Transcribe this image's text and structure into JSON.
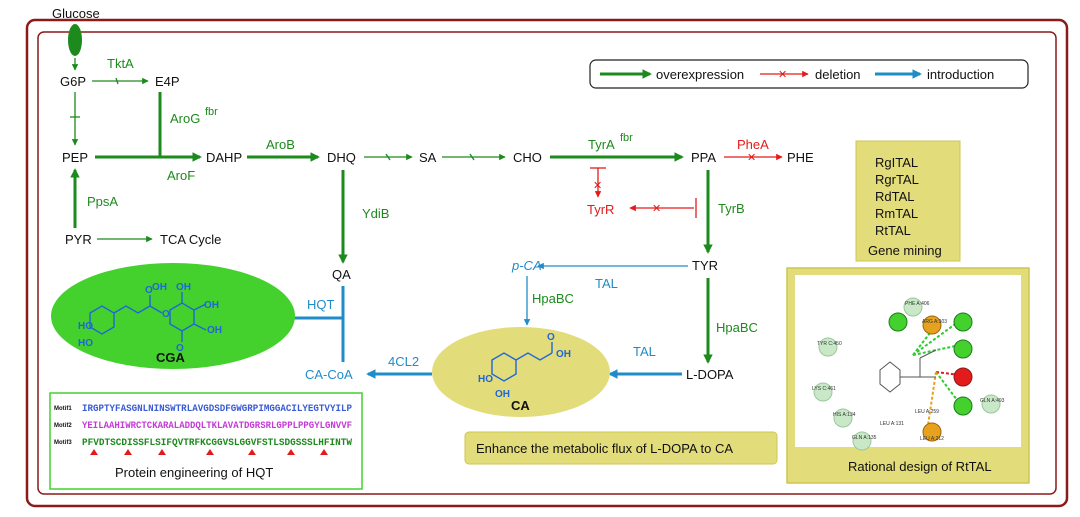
{
  "nodes": {
    "glucose": "Glucose",
    "g6p": "G6P",
    "e4p": "E4P",
    "pep": "PEP",
    "dahp": "DAHP",
    "dhq": "DHQ",
    "sa": "SA",
    "cho": "CHO",
    "ppa": "PPA",
    "phe": "PHE",
    "pyr": "PYR",
    "tca": "TCA Cycle",
    "tyrr": "TyrR",
    "qa": "QA",
    "tyr": "TYR",
    "pca": "p-CA",
    "ldopa": "L-DOPA",
    "cacoa": "CA-CoA",
    "cga": "CGA",
    "ca": "CA"
  },
  "enzymes": {
    "tkta": "TktA",
    "arog": "AroG",
    "arog_sup": "fbr",
    "arof": "AroF",
    "arob": "AroB",
    "tyra": "TyrA",
    "tyra_sup": "fbr",
    "phea": "PheA",
    "ppsa": "PpsA",
    "ydib": "YdiB",
    "tyrb": "TyrB",
    "tal1": "TAL",
    "tal2": "TAL",
    "hpabc1": "HpaBC",
    "hpabc2": "HpaBC",
    "hqt": "HQT",
    "cl2": "4CL2"
  },
  "legend": {
    "overexpression": "overexpression",
    "deletion": "deletion",
    "introduction": "introduction"
  },
  "gene_mining": {
    "genes": [
      "RgITAL",
      "RgrTAL",
      "RdTAL",
      "RmTAL",
      "RtTAL"
    ],
    "caption": "Gene mining"
  },
  "rational_design": {
    "caption": "Rational design of RtTAL",
    "residues": [
      "PHE A:406",
      "TYR C:450",
      "LYS C:461",
      "HIS A:134",
      "GLN A:135",
      "LEU A:131",
      "LEU A:259",
      "LEU A:212",
      "GLN A:493",
      "ARG A:303"
    ]
  },
  "flux_box": "Enhance the metabolic flux of L-DOPA to CA",
  "protein_engineering": {
    "caption": "Protein engineering of HQT",
    "motifs": [
      {
        "label": "Motif1",
        "seq": "IRGPTYFASGNLNINSWTRLAVGDSDFGWGRPIMGGACILYEGTVYILP"
      },
      {
        "label": "Motif2",
        "seq": "YEILAAHIWRCTCKARALADDQLTKLAVATDGRSRLGPPLPPGYLGNVVF"
      },
      {
        "label": "Motif3",
        "seq": "PFVDTSCDISSFLSIFQVTRFKCGGVSLGGVFSTLSDGSSSLHFINTW"
      }
    ]
  },
  "colors": {
    "overexpression": "#1d8a1d",
    "deletion": "#e31b1b",
    "introduction": "#1f8cc9",
    "frame": "#8b1a1a",
    "olive": "#e2dc7a",
    "olive_border": "#cfc64f",
    "cga_ellipse": "#44d12e"
  }
}
